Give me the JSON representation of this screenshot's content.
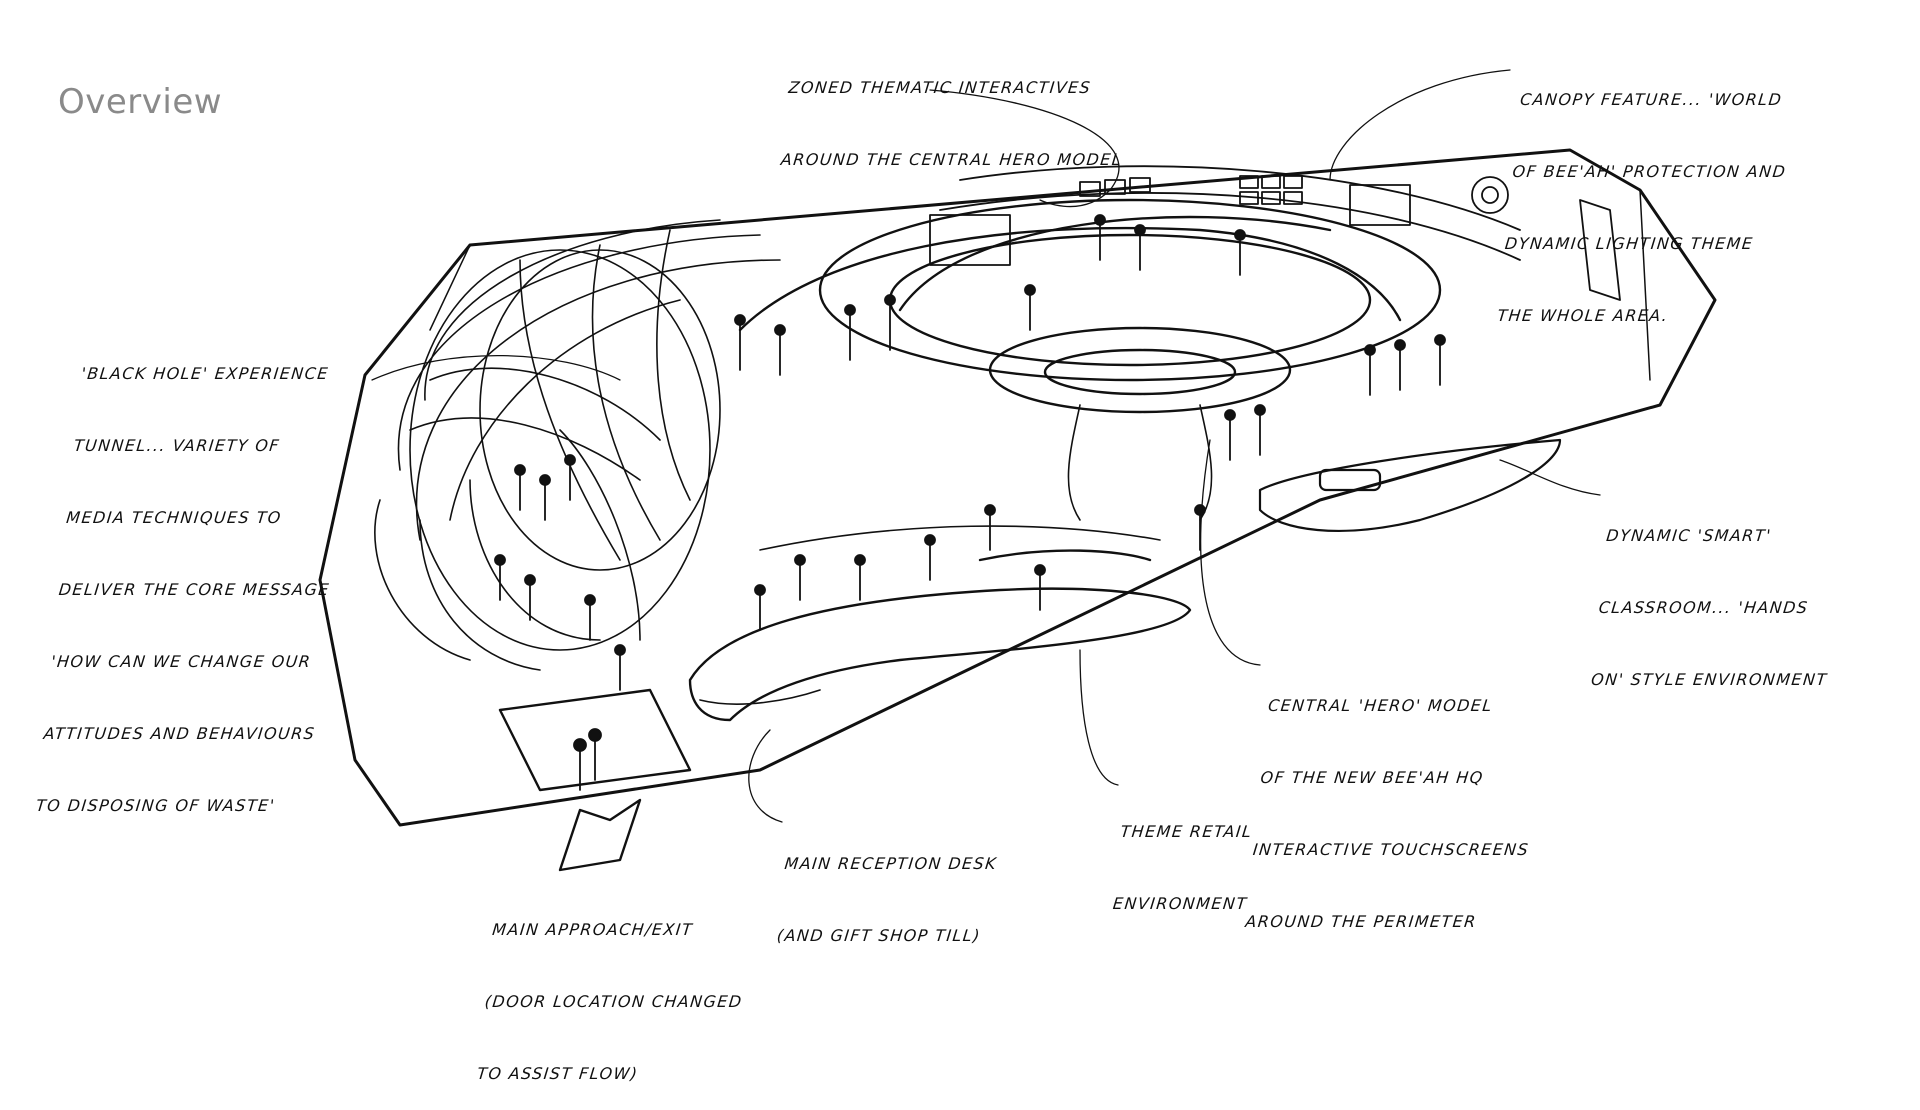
{
  "page": {
    "title": "Overview"
  },
  "annotations": {
    "zoned": {
      "lines": [
        "ZONED THEMATIC INTERACTIVES",
        "AROUND THE CENTRAL HERO MODEL"
      ]
    },
    "canopy": {
      "lines": [
        "CANOPY FEATURE... 'WORLD",
        "OF BEE'AH' PROTECTION AND",
        "DYNAMIC LIGHTING THEME",
        "THE WHOLE AREA."
      ]
    },
    "black_hole": {
      "lines": [
        "'BLACK HOLE' EXPERIENCE",
        "TUNNEL... VARIETY OF",
        "MEDIA TECHNIQUES TO",
        "DELIVER THE CORE MESSAGE",
        "'HOW CAN WE CHANGE OUR",
        "ATTITUDES AND BEHAVIOURS",
        "TO DISPOSING OF WASTE'"
      ]
    },
    "smart_classroom": {
      "lines": [
        "DYNAMIC 'SMART'",
        "CLASSROOM... 'HANDS",
        "ON' STYLE ENVIRONMENT"
      ]
    },
    "hero_model": {
      "lines": [
        "CENTRAL 'HERO' MODEL",
        "OF THE NEW BEE'AH HQ",
        "INTERACTIVE TOUCHSCREENS",
        "AROUND THE PERIMETER"
      ]
    },
    "theme_retail": {
      "lines": [
        "THEME RETAIL",
        "ENVIRONMENT"
      ]
    },
    "reception": {
      "lines": [
        "MAIN RECEPTION DESK",
        "(AND GIFT SHOP TILL)"
      ]
    },
    "approach": {
      "lines": [
        "MAIN APPROACH/EXIT",
        "(DOOR LOCATION CHANGED",
        "TO ASSIST FLOW)"
      ]
    }
  },
  "style": {
    "ink": "#111111",
    "title_color": "#8a8a8a",
    "background": "#ffffff"
  }
}
